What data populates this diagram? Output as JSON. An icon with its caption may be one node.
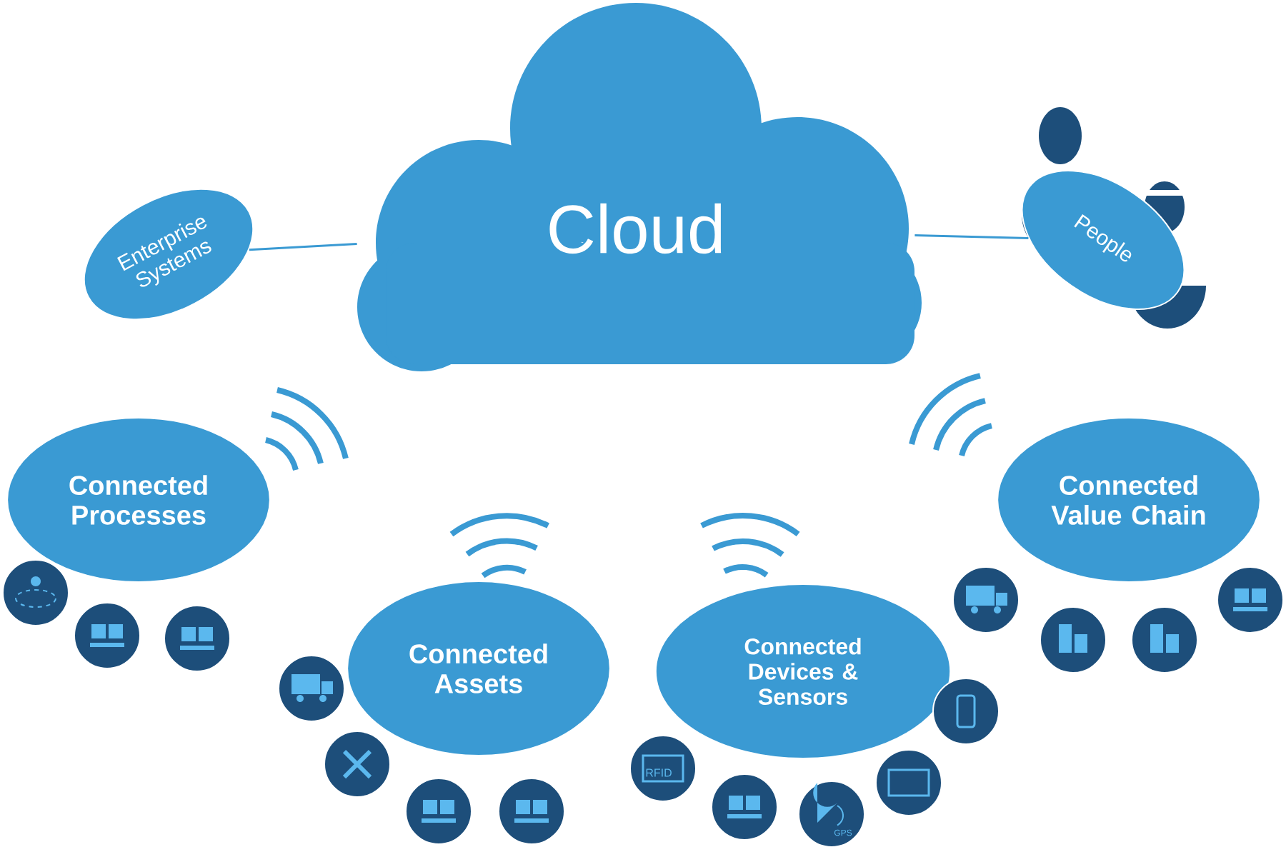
{
  "diagram": {
    "nodes": [
      {
        "text": [
          "Cloud"
        ]
      },
      {
        "text": [
          "Enterprise Systems"
        ]
      },
      {
        "text": [
          "People"
        ]
      },
      {
        "text": [
          "Connected Processes"
        ]
      },
      {
        "text": [
          "Connected Assets"
        ]
      },
      {
        "text": [
          "Connected Devices & Sensors"
        ]
      },
      {
        "text": [
          "Connected Value Chain"
        ]
      }
    ],
    "edges": [
      {
        "from": 1,
        "to": 0,
        "arrow": "none"
      },
      {
        "from": 0,
        "to": 2,
        "arrow": "none"
      }
    ],
    "labels": [
      "RFID",
      "GPS"
    ]
  }
}
